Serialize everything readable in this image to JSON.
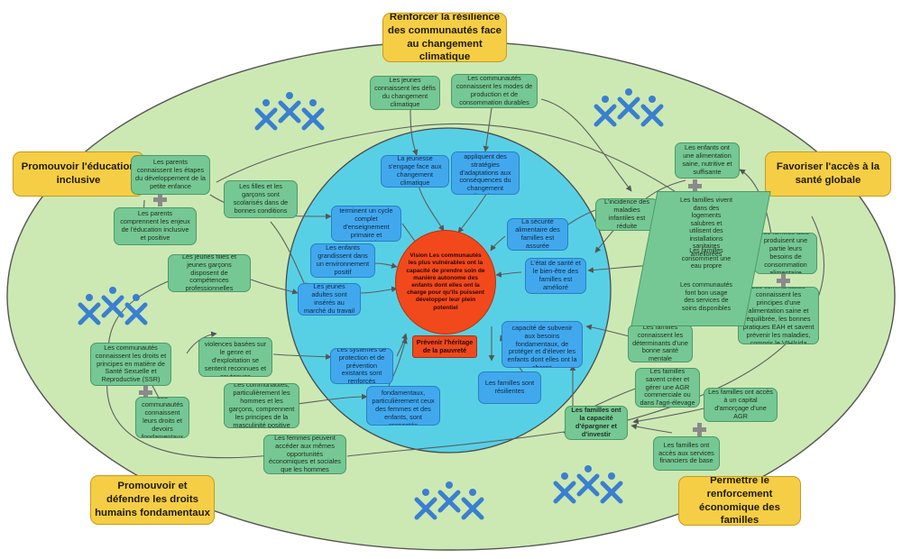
{
  "colors": {
    "outer": "#cce9b4",
    "inner": "#57d0e6",
    "vision": "#f2491c",
    "green": "#75c893",
    "blue": "#42a8ee",
    "yellow": "#f6ce45",
    "people": "#3a7fd0"
  },
  "icons": [
    "people-group-icon",
    "plus-junction-icon"
  ],
  "domains": {
    "resilience": "Renforcer la résilience des communautés face au changement climatique",
    "education": "Promouvoir l'éducation inclusive",
    "health": "Favoriser l'accès à la santé globale",
    "rights": "Promouvoir et défendre les droits humains fondamentaux",
    "economy": "Permettre le renforcement économique des familles"
  },
  "vision": "Vision Les communautés les plus vulnérables ont la capacité de prendre soin de manière autonome des enfants dont elles ont la charge pour qu'ils puissent développer leur plein potentiel",
  "heritage": "Prévenir l'héritage de la pauvreté",
  "outcomes": {
    "g1": "Les jeunes connaissent les défis du changement climatique",
    "g2": "Les communautés connaissent les modes de production et de consommation durables",
    "g3": "Les parents connaissent les étapes du développement de la petite enfance",
    "g4": "Les parents comprennent les enjeux de l'éducation inclusive et positive",
    "g5": "Les filles et les garçons sont scolarisés dans de bonnes conditions",
    "g6": "Les jeunes filles et jeunes garçons disposent de compétences professionnelles",
    "g7": "L'incidence des maladies infantiles est réduite",
    "g8": "Les enfants ont une alimentation saine, nutritive et suffisante",
    "g9": "Les familles auto-produisent une partie leurs besoins de consommation alimentaire",
    "g10": "Les communautés connaissent les principes d'une alimentation saine et équilibrée, les bonnes pratiques EAH et savent prévenir les maladies, compris le VIH/sida",
    "g11": "Les familles connaissent les déterminants d'une bonne santé mentale",
    "g12": "Les familles savent créer et gérer une AGR commerciale ou dans l'agri-élevage",
    "g13": "Les familles ont accès à un capital d'amorçage d'une AGR",
    "g14": "Les familles ont accès aux services financiers de base",
    "g15": "Les familles ont la capacité d'épargner et d'investir",
    "g16": "Les victimes de violences basées sur le genre et d'exploitation se sentent reconnues et soutenues",
    "g17": "Les communautés connaissent les droits et principes en matière de Santé Sexuelle et Reproductive (SSR)",
    "g18": "Les communautés connaissent leurs droits et devoirs fondamentaux",
    "g19": "Les communautés, particulièrement les hommes et les garçons, comprennent les principes de la masculinité positive",
    "g20": "Les femmes peuvent accéder aux mêmes opportunités économiques et sociales que les hommes",
    "b1": "La jeunesse s'engage face aux changement climatique",
    "b2": "Les communautés appliquent des stratégies d'adaptations aux conséquences du changement climatique",
    "b3": "Tous les enfants terminent un cycle complet d'enseignement primaire et secondaire",
    "b4": "Les enfants grandissent dans un environnement positif",
    "b5": "Les jeunes adultes sont insérés au marché du travail",
    "b6": "La sécurité alimentaire des familles est assurée",
    "b7": "L'état de santé et le bien-être des familles est amélioré",
    "b8": "Les familles ont la capacité de subvenir aux besoins fondamentaux, de protéger et d'élever les enfants dont elles ont la charge",
    "b9": "Les familles sont résilientes",
    "b10": "Les systèmes de protection et de prévention existants sont renforcés",
    "b11": "Les droits fondamentaux, particulièrement ceux des femmes et des enfants, sont respectés"
  },
  "health_block": {
    "t1": "Les familles vivent dans des logements salubres et utilisent des installations sanitaires améliorées",
    "t2": "Les familles consomment une eau propre",
    "t3": "Les communautés font bon usage des services de soins disponibles"
  }
}
